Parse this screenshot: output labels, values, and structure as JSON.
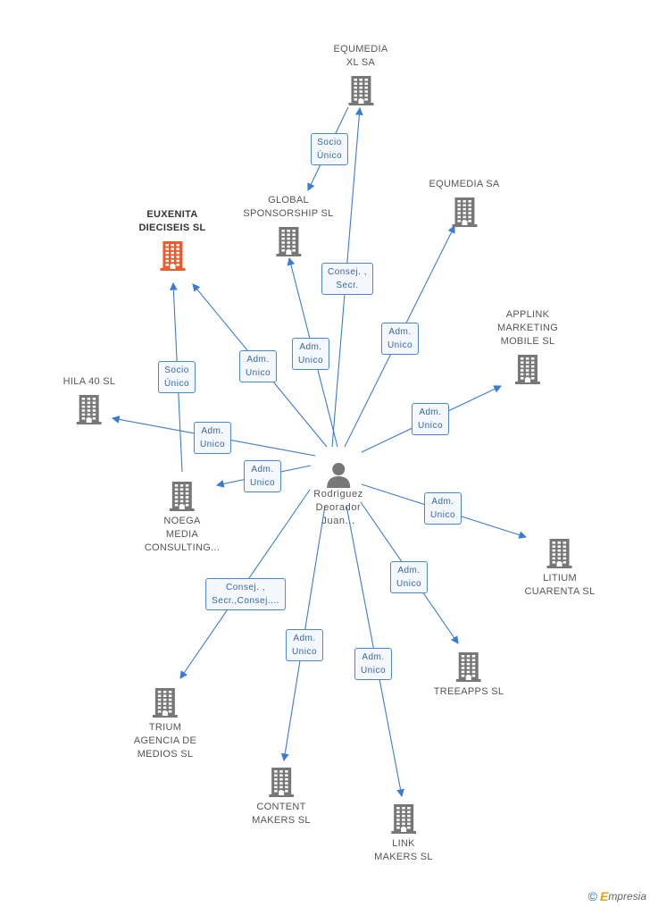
{
  "person": {
    "name_lines": [
      "Rodriguez",
      "Deorador",
      "Juan..."
    ],
    "icon": "person-icon"
  },
  "companies": [
    {
      "id": "equmedia-xl",
      "lines": [
        "EQUMEDIA",
        "XL SA"
      ],
      "highlight": false
    },
    {
      "id": "global-sponsorship",
      "lines": [
        "GLOBAL",
        "SPONSORSHIP SL"
      ],
      "highlight": false
    },
    {
      "id": "equmedia-sa",
      "lines": [
        "EQUMEDIA SA"
      ],
      "highlight": false
    },
    {
      "id": "euxenita",
      "lines": [
        "EUXENITA",
        "DIECISEIS SL"
      ],
      "highlight": true
    },
    {
      "id": "applink",
      "lines": [
        "APPLINK",
        "MARKETING",
        "MOBILE SL"
      ],
      "highlight": false
    },
    {
      "id": "hila40",
      "lines": [
        "HILA 40  SL"
      ],
      "highlight": false
    },
    {
      "id": "noega",
      "lines": [
        "NOEGA",
        "MEDIA",
        "CONSULTING..."
      ],
      "highlight": false
    },
    {
      "id": "litium",
      "lines": [
        "LITIUM",
        "CUARENTA  SL"
      ],
      "highlight": false
    },
    {
      "id": "treeapps",
      "lines": [
        "TREEAPPS SL"
      ],
      "highlight": false
    },
    {
      "id": "trium",
      "lines": [
        "TRIUM",
        "AGENCIA DE",
        "MEDIOS SL"
      ],
      "highlight": false
    },
    {
      "id": "content-makers",
      "lines": [
        "CONTENT",
        "MAKERS SL"
      ],
      "highlight": false
    },
    {
      "id": "link-makers",
      "lines": [
        "LINK",
        "MAKERS SL"
      ],
      "highlight": false
    }
  ],
  "relations": [
    {
      "id": "socio-unico-equmedia",
      "lines": [
        "Socio",
        "Único"
      ]
    },
    {
      "id": "consej-secr-equmediaxl",
      "lines": [
        "Consej. ,",
        "Secr."
      ]
    },
    {
      "id": "adm-unico-equmediasa",
      "lines": [
        "Adm.",
        "Unico"
      ]
    },
    {
      "id": "adm-unico-global",
      "lines": [
        "Adm.",
        "Unico"
      ]
    },
    {
      "id": "adm-unico-euxenita",
      "lines": [
        "Adm.",
        "Unico"
      ]
    },
    {
      "id": "socio-unico-noega",
      "lines": [
        "Socio",
        "Único"
      ]
    },
    {
      "id": "adm-unico-hila",
      "lines": [
        "Adm.",
        "Unico"
      ]
    },
    {
      "id": "adm-unico-applink",
      "lines": [
        "Adm.",
        "Unico"
      ]
    },
    {
      "id": "adm-unico-noega",
      "lines": [
        "Adm.",
        "Unico"
      ]
    },
    {
      "id": "adm-unico-litium",
      "lines": [
        "Adm.",
        "Unico"
      ]
    },
    {
      "id": "consej-trium",
      "lines": [
        "Consej. ,",
        "Secr.,Consej...."
      ]
    },
    {
      "id": "adm-unico-treeapps",
      "lines": [
        "Adm.",
        "Unico"
      ]
    },
    {
      "id": "adm-unico-content",
      "lines": [
        "Adm.",
        "Unico"
      ]
    },
    {
      "id": "adm-unico-link",
      "lines": [
        "Adm.",
        "Unico"
      ]
    }
  ],
  "footer": {
    "copyright": "©",
    "brand_initial": "E",
    "brand_rest": "mpresia"
  },
  "colors": {
    "line": "#3a7bd5",
    "building": "#777777",
    "building_highlight": "#f05a28",
    "person": "#777777"
  }
}
